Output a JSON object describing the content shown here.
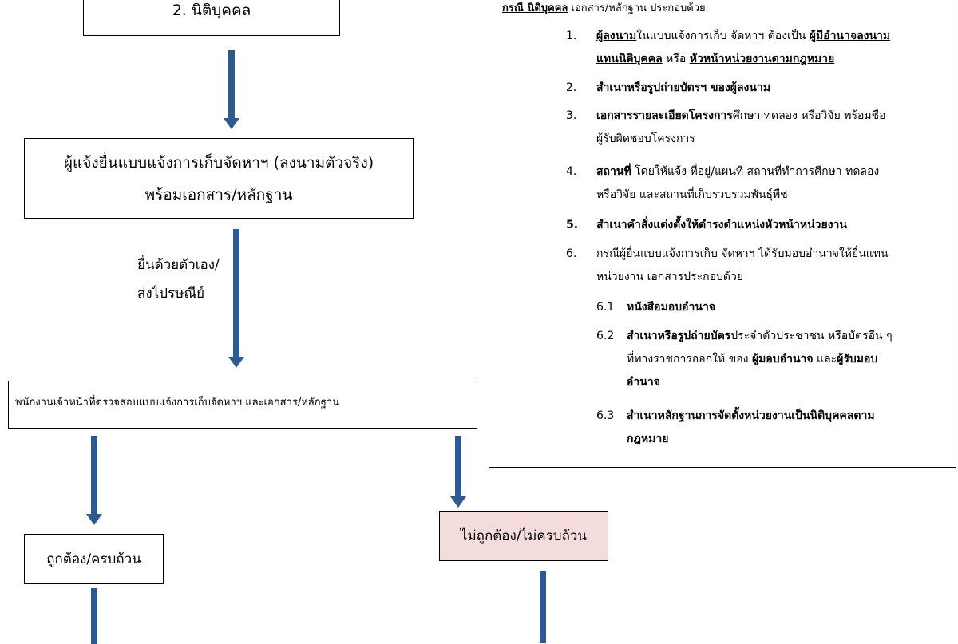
{
  "top_box": {
    "text": "2. นิติบุคคล"
  },
  "submit_box": {
    "line1": "ผู้แจ้งยื่นแบบแจ้งการเก็บจัดหาฯ (ลงนามตัวจริง)",
    "line2": "พร้อมเอกสาร/หลักฐาน"
  },
  "submit_note": {
    "line1": "ยื่นด้วยตัวเอง/",
    "line2": "ส่งไปรษณีย์"
  },
  "check_box": {
    "text": "พนักงานเจ้าหน้าที่ตรวจสอบแบบแจ้งการเก็บจัดหาฯ และเอกสาร/หลักฐาน"
  },
  "correct_box": {
    "text": "ถูกต้อง/ครบถ้วน"
  },
  "incorrect_box": {
    "text": "ไม่ถูกต้อง/ไม่ครบถ้วน",
    "bg": "#f5dcdc"
  },
  "arrow_color": "#2e5b8f",
  "requirements": {
    "header_title": "กรณี นิติบุคคล",
    "header_rest": " เอกสาร/หลักฐาน ประกอบด้วย",
    "items": [
      {
        "num": "1.",
        "b1": "ผู้ลงนาม",
        "t1": "ในแบบแจ้งการเก็บ จัดหาฯ ต้องเป็น ",
        "b2": "ผู้มีอำนาจลงนาม",
        "b3": "แทนนิติบุคคล",
        "t2": " หรือ ",
        "b4": "หัวหน้าหน่วยงานตามกฎหมาย"
      },
      {
        "num": "2.",
        "b1": "สำเนาหรือรูปถ่ายบัตรฯ ของผู้ลงนาม"
      },
      {
        "num": "3.",
        "b1": "เอกสารรายละเอียดโครงการ",
        "t1": "ศึกษา ทดลอง หรือวิจัย พร้อมชื่อ",
        "t2": "ผู้รับผิดชอบโครงการ"
      },
      {
        "num": "4.",
        "b1": "สถานที่",
        "t1": " โดยให้แจ้ง ที่อยู่/แผนที่ สถานที่ทำการศึกษา ทดลอง",
        "t2": "หรือวิจัย และสถานที่เก็บรวบรวมพันธุ์พืช"
      },
      {
        "num": "5.",
        "b1": "สำเนาคำสั่งแต่งตั้งให้ดำรงตำแหน่งหัวหน้าหน่วยงาน"
      },
      {
        "num": "6.",
        "t1": "กรณีผู้ยื่นแบบแจ้งการเก็บ จัดหาฯ ได้รับมอบอำนาจให้ยื่นแทน",
        "t2": "หน่วยงาน เอกสารประกอบด้วย"
      }
    ],
    "sub_items": [
      {
        "num": "6.1",
        "b1": "หนังสือมอบอำนาจ"
      },
      {
        "num": "6.2",
        "b1": "สำเนาหรือรูปถ่ายบัตร",
        "t1": "ประจำตัวประชาชน หรือบัตรอื่น ๆ",
        "t2": "ที่ทางราชการออกให้ ของ ",
        "b2": "ผู้มอบอำนาจ",
        "t3": " และ",
        "b3": "ผู้รับมอบ",
        "b4": "อำนาจ"
      },
      {
        "num": "6.3",
        "b1": "สำเนาหลักฐานการจัดตั้งหน่วยงานเป็นนิติบุคคลตาม",
        "b2": "กฎหมาย"
      }
    ]
  }
}
